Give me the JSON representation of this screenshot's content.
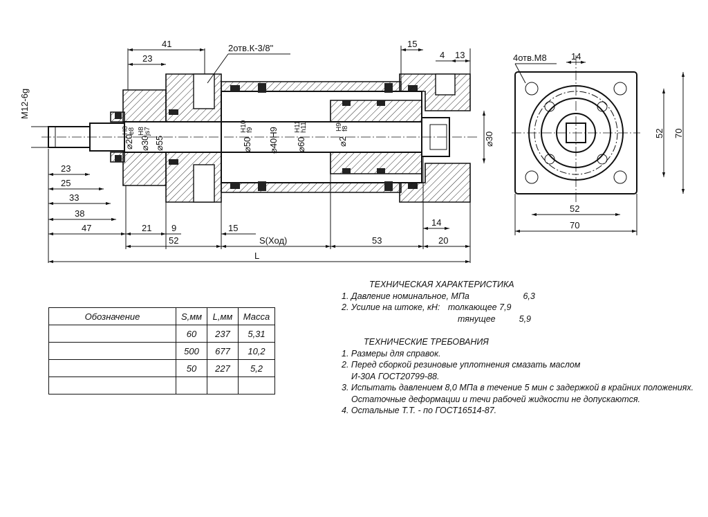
{
  "dims": {
    "top_41": "41",
    "top_23": "23",
    "holes_note": "2отв.К-3/8\"",
    "top_15": "15",
    "top_4": "4",
    "top_13": "13",
    "thread": "M12-6g",
    "d20": "⌀20",
    "d20_tol_up": "H8",
    "d20_tol_dn": "e8",
    "d30": "⌀30",
    "d30_tol_up": "H8",
    "d30_tol_dn": "js7",
    "d55": "⌀55",
    "d50": "⌀50",
    "d50_tol_up": "H10",
    "d50_tol_dn": "f9",
    "d40": "⌀40H9",
    "d60": "⌀60",
    "d60_tol_up": "H11",
    "d60_tol_dn": "h11",
    "d2": "⌀2",
    "d2_tol_up": "H9",
    "d2_tol_dn": "f8",
    "d30_right": "⌀30",
    "left_23": "23",
    "left_25": "25",
    "left_33": "33",
    "left_38": "38",
    "left_47": "47",
    "b_21": "21",
    "b_9": "9",
    "b_15": "15",
    "b_14": "14",
    "b_52": "52",
    "stroke": "S(Ход)",
    "b_53": "53",
    "b_20": "20",
    "total_L": "L",
    "end_holes": "4отв.М8",
    "end_14": "14",
    "end_52v": "52",
    "end_70v": "70",
    "end_52h": "52",
    "end_70h": "70"
  },
  "characteristics": {
    "title": "ТЕХНИЧЕСКАЯ ХАРАКТЕРИСТИКА",
    "line1": "1. Давление номинальное, МПа",
    "line1_val": "6,3",
    "line2": "2. Усилие на штоке, кН:",
    "line2_sub": "толкающее",
    "line2_val": "7,9",
    "line3_sub": "тянущее",
    "line3_val": "5,9"
  },
  "requirements": {
    "title": "ТЕХНИЧЕСКИЕ ТРЕБОВАНИЯ",
    "r1": "1. Размеры для справок.",
    "r2a": "2. Перед сборкой резиновые уплотнения смазать маслом",
    "r2b": "И-30А ГОСТ20799-88.",
    "r3a": "3. Испытать давлением 8,0 МПа в течение 5 мин с задержкой в крайних положениях.",
    "r3b": "Остаточные деформации и течи рабочей жидкости не допускаются.",
    "r4": "4. Остальные Т.Т. - по ГОСТ16514-87."
  },
  "table": {
    "headers": [
      "Обозначение",
      "S,мм",
      "L,мм",
      "Масса"
    ],
    "rows": [
      [
        "",
        "60",
        "237",
        "5,31"
      ],
      [
        "",
        "500",
        "677",
        "10,2"
      ],
      [
        "",
        "50",
        "227",
        "5,2"
      ],
      [
        "",
        "",
        "",
        ""
      ]
    ]
  }
}
